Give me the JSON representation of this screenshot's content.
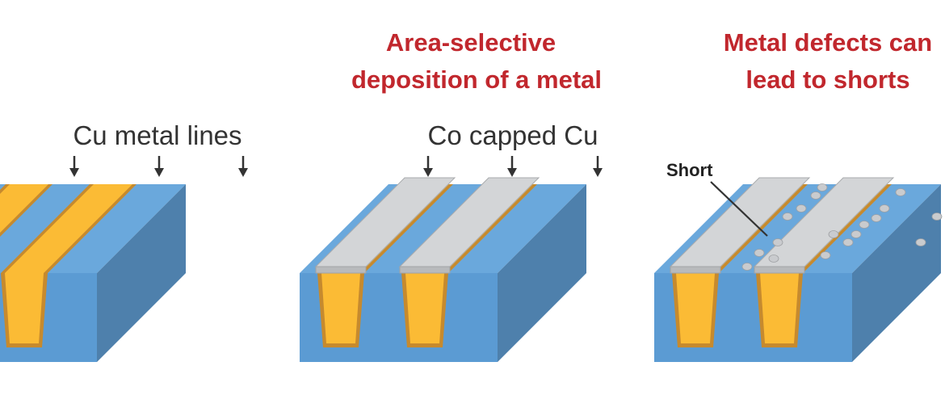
{
  "colors": {
    "title_red": "#c1272d",
    "label_dark": "#333333",
    "substrate_top": "#6aa8dc",
    "substrate_front": "#5b9bd3",
    "substrate_side": "#4e80ac",
    "copper": "#fbbb35",
    "liner": "#c68a2e",
    "cobalt_cap": "#d3d5d7",
    "defect": "#c9cbce"
  },
  "panels": [
    {
      "id": "cu-lines",
      "title_lines": [],
      "label": "Cu metal lines",
      "capped": false,
      "defects": false
    },
    {
      "id": "co-capped",
      "title_lines": [
        "Area-selective",
        "deposition of a metal"
      ],
      "label": "Co capped Cu",
      "capped": true,
      "defects": false
    },
    {
      "id": "metal-defects",
      "title_lines": [
        "Metal defects can",
        "lead to shorts"
      ],
      "label": "",
      "callout": "Short",
      "capped": true,
      "defects": true
    }
  ],
  "icons": [
    "down-arrow-icon",
    "down-arrow-icon",
    "down-arrow-icon"
  ]
}
